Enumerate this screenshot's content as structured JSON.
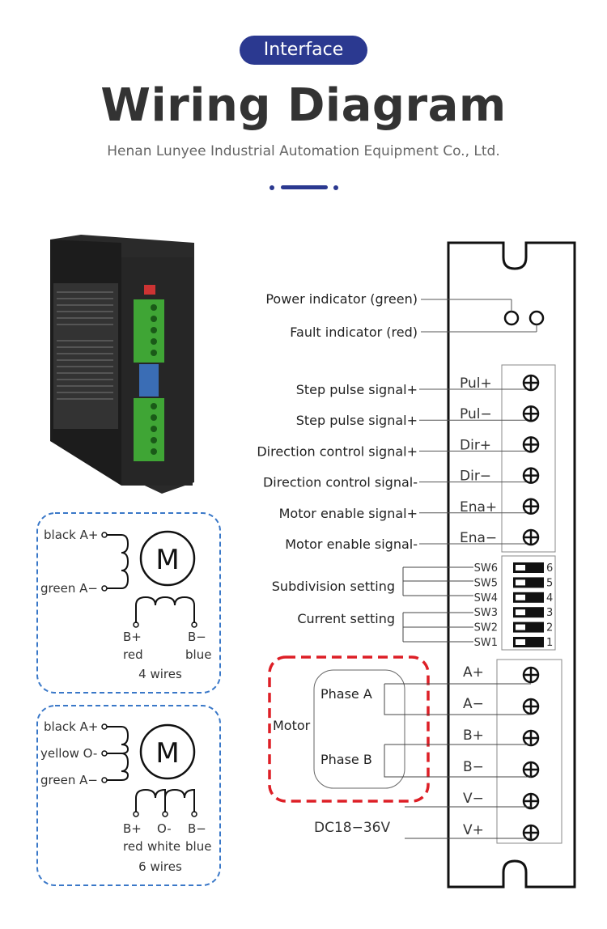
{
  "header": {
    "badge": "Interface",
    "title": "Wiring Diagram",
    "subtitle": "Henan Lunyee Industrial Automation Equipment Co., Ltd."
  },
  "indicators": [
    {
      "label": "Power indicator (green)"
    },
    {
      "label": "Fault indicator (red)"
    }
  ],
  "signals": [
    {
      "label": "Step pulse signal+",
      "terminal": "Pul+"
    },
    {
      "label": "Step pulse signal+",
      "terminal": "Pul−"
    },
    {
      "label": "Direction control signal+",
      "terminal": "Dir+"
    },
    {
      "label": "Direction control signal-",
      "terminal": "Dir−"
    },
    {
      "label": "Motor enable signal+",
      "terminal": "Ena+"
    },
    {
      "label": "Motor enable signal-",
      "terminal": "Ena−"
    }
  ],
  "switches": [
    {
      "name": "SW6",
      "num": "6"
    },
    {
      "name": "SW5",
      "num": "5"
    },
    {
      "name": "SW4",
      "num": "4"
    },
    {
      "name": "SW3",
      "num": "3"
    },
    {
      "name": "SW2",
      "num": "2"
    },
    {
      "name": "SW1",
      "num": "1"
    }
  ],
  "settings": {
    "subdivision": "Subdivision setting",
    "current": "Current setting"
  },
  "motor_box": {
    "label": "Motor",
    "phase_a": "Phase A",
    "phase_b": "Phase B"
  },
  "power_terminals": [
    {
      "terminal": "A+"
    },
    {
      "terminal": "A−"
    },
    {
      "terminal": "B+"
    },
    {
      "terminal": "B−"
    },
    {
      "terminal": "V−"
    },
    {
      "terminal": "V+"
    }
  ],
  "power_supply": "DC18−36V",
  "motor4": {
    "a_plus": "black A+",
    "a_minus": "green A−",
    "m": "M",
    "b_plus": "B+",
    "b_plus_color": "red",
    "b_minus": "B−",
    "b_minus_color": "blue",
    "caption": "4 wires"
  },
  "motor6": {
    "a_plus": "black A+",
    "o_minus": "yellow O-",
    "a_minus": "green A−",
    "m": "M",
    "b_plus": "B+",
    "b_plus_color": "red",
    "o_mid": "O-",
    "o_mid_color": "white",
    "b_minus": "B−",
    "b_minus_color": "blue",
    "caption": "6 wires"
  },
  "colors": {
    "accent": "#2b3990",
    "motor_dash": "#dd1f26",
    "wire_box_dash": "#3a78c8",
    "driver_body": "#1f1f1f",
    "connector_green": "#3fa535"
  }
}
